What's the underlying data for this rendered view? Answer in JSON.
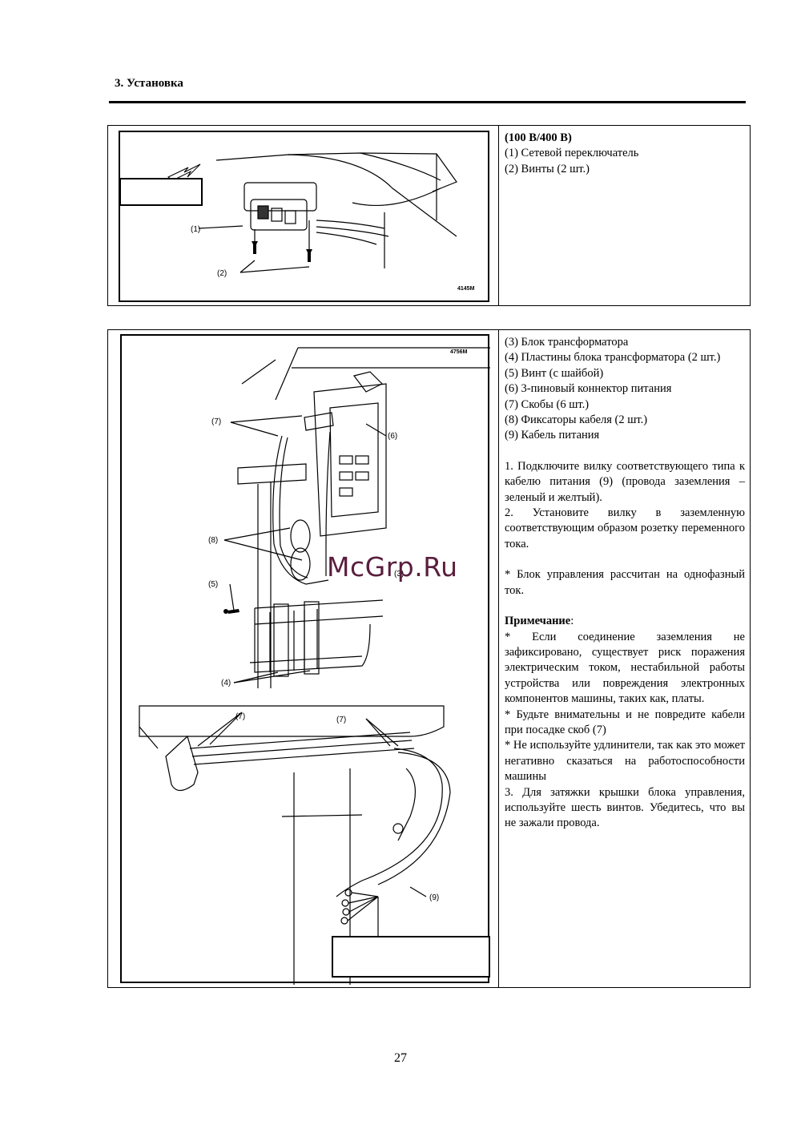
{
  "header": {
    "section_title": "3. Установка"
  },
  "panel1": {
    "figure_code": "4145M",
    "callouts": {
      "c1": "(1)",
      "c2": "(2)"
    },
    "lines": [
      "(100 В/400 В)",
      "(1) Сетевой переключатель",
      "(2) Винты (2 шт.)"
    ]
  },
  "panel2": {
    "figure_code": "4756M",
    "callouts": {
      "c3": "(3)",
      "c4": "(4)",
      "c5": "(5)",
      "c6": "(6)",
      "c7": "(7)",
      "c8": "(8)",
      "c9": "(9)"
    },
    "parts": [
      "(3) Блок трансформатора",
      "(4) Пластины блока трансформатора (2 шт.)",
      "(5) Винт (с шайбой)",
      "(6) 3-пиновый коннектор питания",
      "(7) Скобы (6 шт.)",
      "(8) Фиксаторы кабеля (2 шт.)",
      "(9) Кабель питания"
    ],
    "steps": [
      "1. Подключите вилку соответствующего типа к кабелю питания (9) (провода заземления – зеленый и желтый).",
      "2. Установите вилку в заземленную соответствующим образом розетку переменного тока."
    ],
    "single_phase_note": "* Блок управления рассчитан на однофазный ток.",
    "note_heading": "Примечание",
    "note_colon": ":",
    "notes": [
      "* Если соединение заземления не зафиксировано, существует риск поражения электрическим током, нестабильной работы устройства или повреждения электронных компонентов машины, таких как, платы.",
      "* Будьте внимательны и не повредите кабели при посадке скоб (7)",
      "* Не используйте удлинители, так как это может негативно сказаться на работоспособности машины",
      "3. Для затяжки крышки блока управления, используйте шесть винтов. Убедитесь, что вы не зажали провода."
    ]
  },
  "watermark": "McGrp.Ru",
  "page_number": "27"
}
